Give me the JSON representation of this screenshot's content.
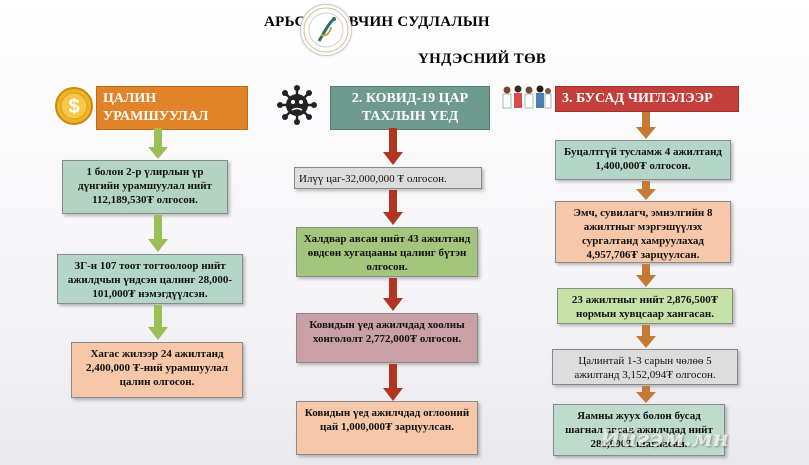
{
  "title": {
    "line1": "АРЬСНЫ ӨВЧИН СУДЛАЛЫН",
    "line2": "ҮНДЭСНИЙ ТӨВ"
  },
  "columns": [
    {
      "header": "ЦАЛИН УРАМШУУЛАЛ",
      "icon": "dollar-coin-icon",
      "color": "#e38329",
      "boxes": [
        "1 болон 2-р үлирлын үр дүнгийн урамшуулал нийт 112,189,530₮ олгосон.",
        "ЗГ-н 107 тоот тогтоолоор нийт ажилдчын үндсэн цалинг 28,000-101,000₮ нэмэгдүүлсэн.",
        "Хагас жилээр 24 ажилтанд 2,400,000 ₮-ний урамшуулал цалин олгосон."
      ]
    },
    {
      "header_line1": "2. КОВИД-19 ЦАР",
      "header_line2": "ТАХЛЫН ҮЕД",
      "icon": "virus-icon",
      "color": "#6f9a8e",
      "boxes": [
        "Илүү цаг-32,000,000 ₮ олгосон.",
        "Халдвар авсан нийт 43 ажилтанд өвдсөн хугацааны цалинг бүтэн олгосон.",
        "Ковидын үед ажилчдад хоолны хонгололт 2,772,000₮ олгосон.",
        "Ковидын үед ажилчдад оглооний цай 1,000,000₮ зарцуулсан."
      ]
    },
    {
      "header": "3. БУСАД ЧИГЛЭЛЭЭР",
      "icon": "medical-staff-icon",
      "color": "#c3403a",
      "boxes": [
        "Буцалтгүй тусламж 4 ажилтанд 1,400,000₮ олгосон.",
        "Эмч, сувилагч, эмнэлгийн 8 ажилтныг мэргэшүүлэх сургалтанд хамруулахад 4,957,706₮ зарцуулсан.",
        "23 ажилтныг нийт 2,876,500₮ нормын хувцсаар хангасан.",
        "Цалинтай 1-3 сарын чөлөө 5 ажилтанд 3,152,094₮ олгосон.",
        "Яамны жуух болон бусад шагнал авсан ажилчдад нийт 280,000₮ шагнасан."
      ]
    }
  ],
  "watermark": "Ийгэм.мн"
}
